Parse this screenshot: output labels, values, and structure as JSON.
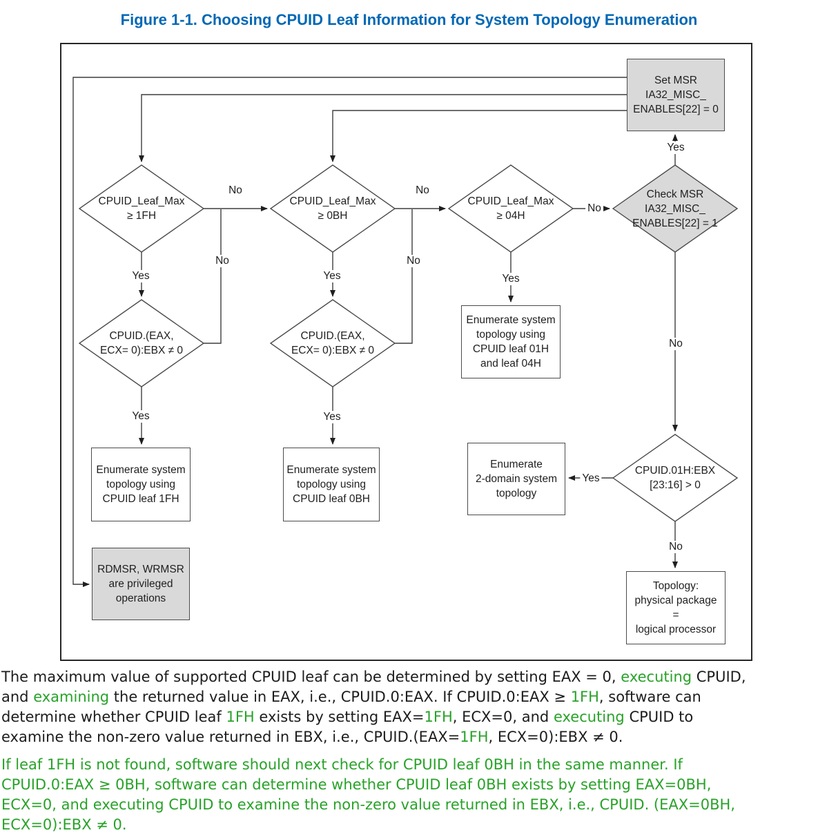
{
  "title": "Figure 1-1. Choosing CPUID Leaf Information for System Topology Enumeration",
  "colors": {
    "title_blue": "#0068b5",
    "caption_green": "#28a228",
    "node_gray_fill": "#d9d9d9",
    "node_white_fill": "#ffffff",
    "line_color": "#3d3d3d"
  },
  "nodes": {
    "set_msr": "Set MSR\nIA32_MISC_\nENABLES[22] = 0",
    "check_msr": "Check MSR\nIA32_MISC_\nENABLES[22] = 1",
    "leaf_max_1fh": "CPUID_Leaf_Max\n≥ 1FH",
    "leaf_max_0bh": "CPUID_Leaf_Max\n≥ 0BH",
    "leaf_max_04h": "CPUID_Leaf_Max\n≥ 04H",
    "ebx_check_1fh": "CPUID.(EAX,\nECX= 0):EBX ≠ 0",
    "ebx_check_0bh": "CPUID.(EAX,\nECX= 0):EBX ≠ 0",
    "cpuid_01h_ebx": "CPUID.01H:EBX\n[23:16] > 0",
    "enum_leaf_1fh": "Enumerate system\ntopology using\nCPUID leaf 1FH",
    "enum_leaf_0bh": "Enumerate system\ntopology using\nCPUID leaf 0BH",
    "enum_leaf_01_04": "Enumerate system\ntopology using\nCPUID leaf 01H\nand leaf 04H",
    "enum_2domain": "Enumerate\n2-domain system\ntopology",
    "topology_eq": "Topology:\nphysical package\n=\nlogical processor",
    "rdmsr": "RDMSR, WRMSR\nare privileged\noperations"
  },
  "labels": {
    "yes": "Yes",
    "no": "No"
  },
  "paragraphs": {
    "p1": [
      [
        {
          "t": "The maximum value of supported CPUID leaf can be determined by setting EAX = 0, ",
          "g": false
        },
        {
          "t": "executing",
          "g": true
        },
        {
          "t": " CPUID,",
          "g": false
        }
      ],
      [
        {
          "t": "and ",
          "g": false
        },
        {
          "t": "examining",
          "g": true
        },
        {
          "t": " the returned value in EAX, i.e., CPUID.0:EAX. If CPUID.0:EAX ≥ ",
          "g": false
        },
        {
          "t": "1FH",
          "g": true
        },
        {
          "t": ", software can",
          "g": false
        }
      ],
      [
        {
          "t": "determine whether CPUID leaf ",
          "g": false
        },
        {
          "t": "1FH",
          "g": true
        },
        {
          "t": " exists by setting EAX=",
          "g": false
        },
        {
          "t": "1FH",
          "g": true
        },
        {
          "t": ", ECX=0, and ",
          "g": false
        },
        {
          "t": "executing",
          "g": true
        },
        {
          "t": " CPUID to",
          "g": false
        }
      ],
      [
        {
          "t": "examine the non-zero value returned in EBX, i.e., CPUID.(EAX=",
          "g": false
        },
        {
          "t": "1FH",
          "g": true
        },
        {
          "t": ", ECX=0):EBX ≠ 0.",
          "g": false
        }
      ]
    ],
    "p2": [
      [
        {
          "t": "If leaf 1FH is not found, software should next check for CPUID leaf 0BH in the same manner. If",
          "g": true
        }
      ],
      [
        {
          "t": "CPUID.0:EAX ≥ 0BH, software can determine whether CPUID leaf 0BH exists by setting EAX=0BH,",
          "g": true
        }
      ],
      [
        {
          "t": "ECX=0, and executing CPUID to examine the non-zero value returned in EBX, i.e., CPUID. (EAX=0BH,",
          "g": true
        }
      ],
      [
        {
          "t": "ECX=0):EBX ≠ 0.",
          "g": true
        }
      ]
    ]
  }
}
